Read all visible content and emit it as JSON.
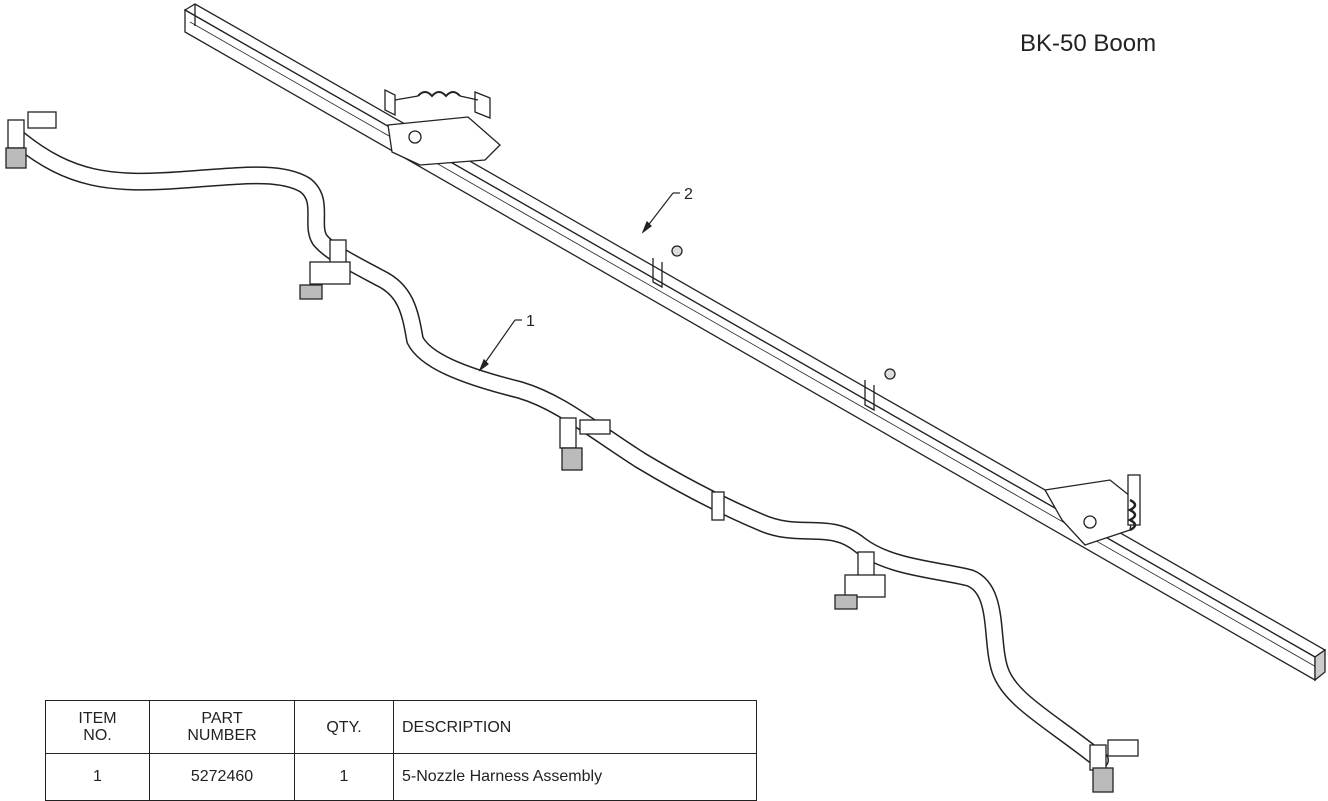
{
  "title": "BK-50 Boom",
  "callouts": [
    "1",
    "2"
  ],
  "table": {
    "headers": {
      "item": [
        "ITEM",
        "NO."
      ],
      "part": [
        "PART",
        "NUMBER"
      ],
      "qty": "QTY.",
      "desc": "DESCRIPTION"
    },
    "rows": [
      {
        "item": "1",
        "part": "5272460",
        "qty": "1",
        "desc": "5-Nozzle Harness Assembly"
      }
    ]
  }
}
